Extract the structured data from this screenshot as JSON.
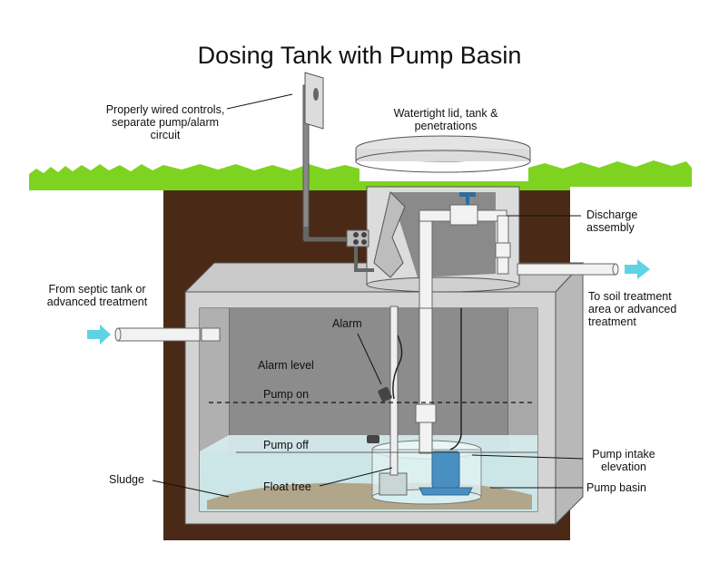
{
  "title": "Dosing Tank with Pump Basin",
  "labels": {
    "controls": [
      "Properly wired controls,",
      "separate pump/alarm",
      "circuit"
    ],
    "lid": [
      "Watertight lid, tank &",
      "penetrations"
    ],
    "discharge": [
      "Discharge",
      "assembly"
    ],
    "inlet": [
      "From septic tank or",
      "advanced treatment"
    ],
    "outlet": [
      "To soil treatment",
      "area or advanced",
      "treatment"
    ],
    "alarm": "Alarm",
    "alarm_level": "Alarm level",
    "pump_on": "Pump on",
    "pump_off": "Pump off",
    "sludge": "Sludge",
    "float_tree": "Float tree",
    "pump_intake": [
      "Pump intake",
      "elevation"
    ],
    "pump_basin": "Pump basin"
  },
  "colors": {
    "grass": "#7ed321",
    "soil": "#4a2a17",
    "tank": "#d6d6d6",
    "water": "#cfe9ea",
    "sludge": "#b1a58a",
    "pump": "#4a8fc2",
    "flow_arrow": "#5fd3e3"
  }
}
